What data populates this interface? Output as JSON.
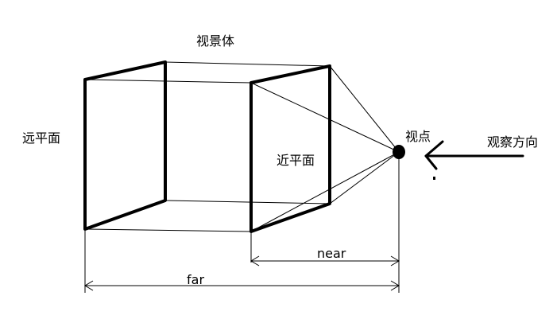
{
  "labels": {
    "frustum": "视景体",
    "far_plane": "远平面",
    "near_plane": "近平面",
    "viewpoint": "视点",
    "view_direction": "观察方向",
    "near": "near",
    "far": "far"
  },
  "colors": {
    "stroke": "#000000",
    "background": "#ffffff"
  }
}
